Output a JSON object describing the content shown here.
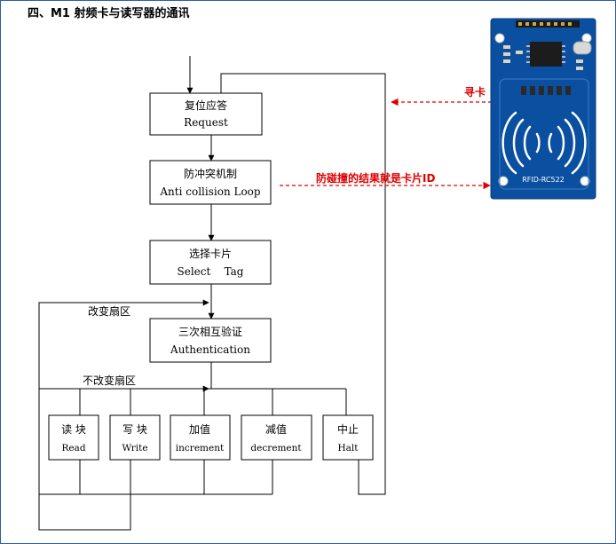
{
  "title": "四、M1 射频卡与读写器的通讯",
  "boxes": {
    "request": {
      "cn": "复位应答",
      "en": "Request"
    },
    "anticollision": {
      "cn": "防冲突机制",
      "en": "Anti collision Loop"
    },
    "select": {
      "cn": "选择卡片",
      "en": "Select    Tag"
    },
    "auth": {
      "cn": "三次相互验证",
      "en": "Authentication"
    },
    "read": {
      "cn": "读 块",
      "en": "Read"
    },
    "write": {
      "cn": "写 块",
      "en": "Write"
    },
    "increment": {
      "cn": "加值",
      "en": "increment"
    },
    "decrement": {
      "cn": "减值",
      "en": "decrement"
    },
    "halt": {
      "cn": "中止",
      "en": "Halt"
    }
  },
  "labels": {
    "change_sector": "改变扇区",
    "no_change_sector": "不改变扇区",
    "find_card": "寻卡",
    "anticollision_result": "防碰撞的结果就是卡片ID"
  },
  "module": {
    "name": "RFID-RC522"
  },
  "colors": {
    "frame": "#2b5fa8",
    "annotation": "#e00000",
    "module_board": "#0a4fa0"
  }
}
